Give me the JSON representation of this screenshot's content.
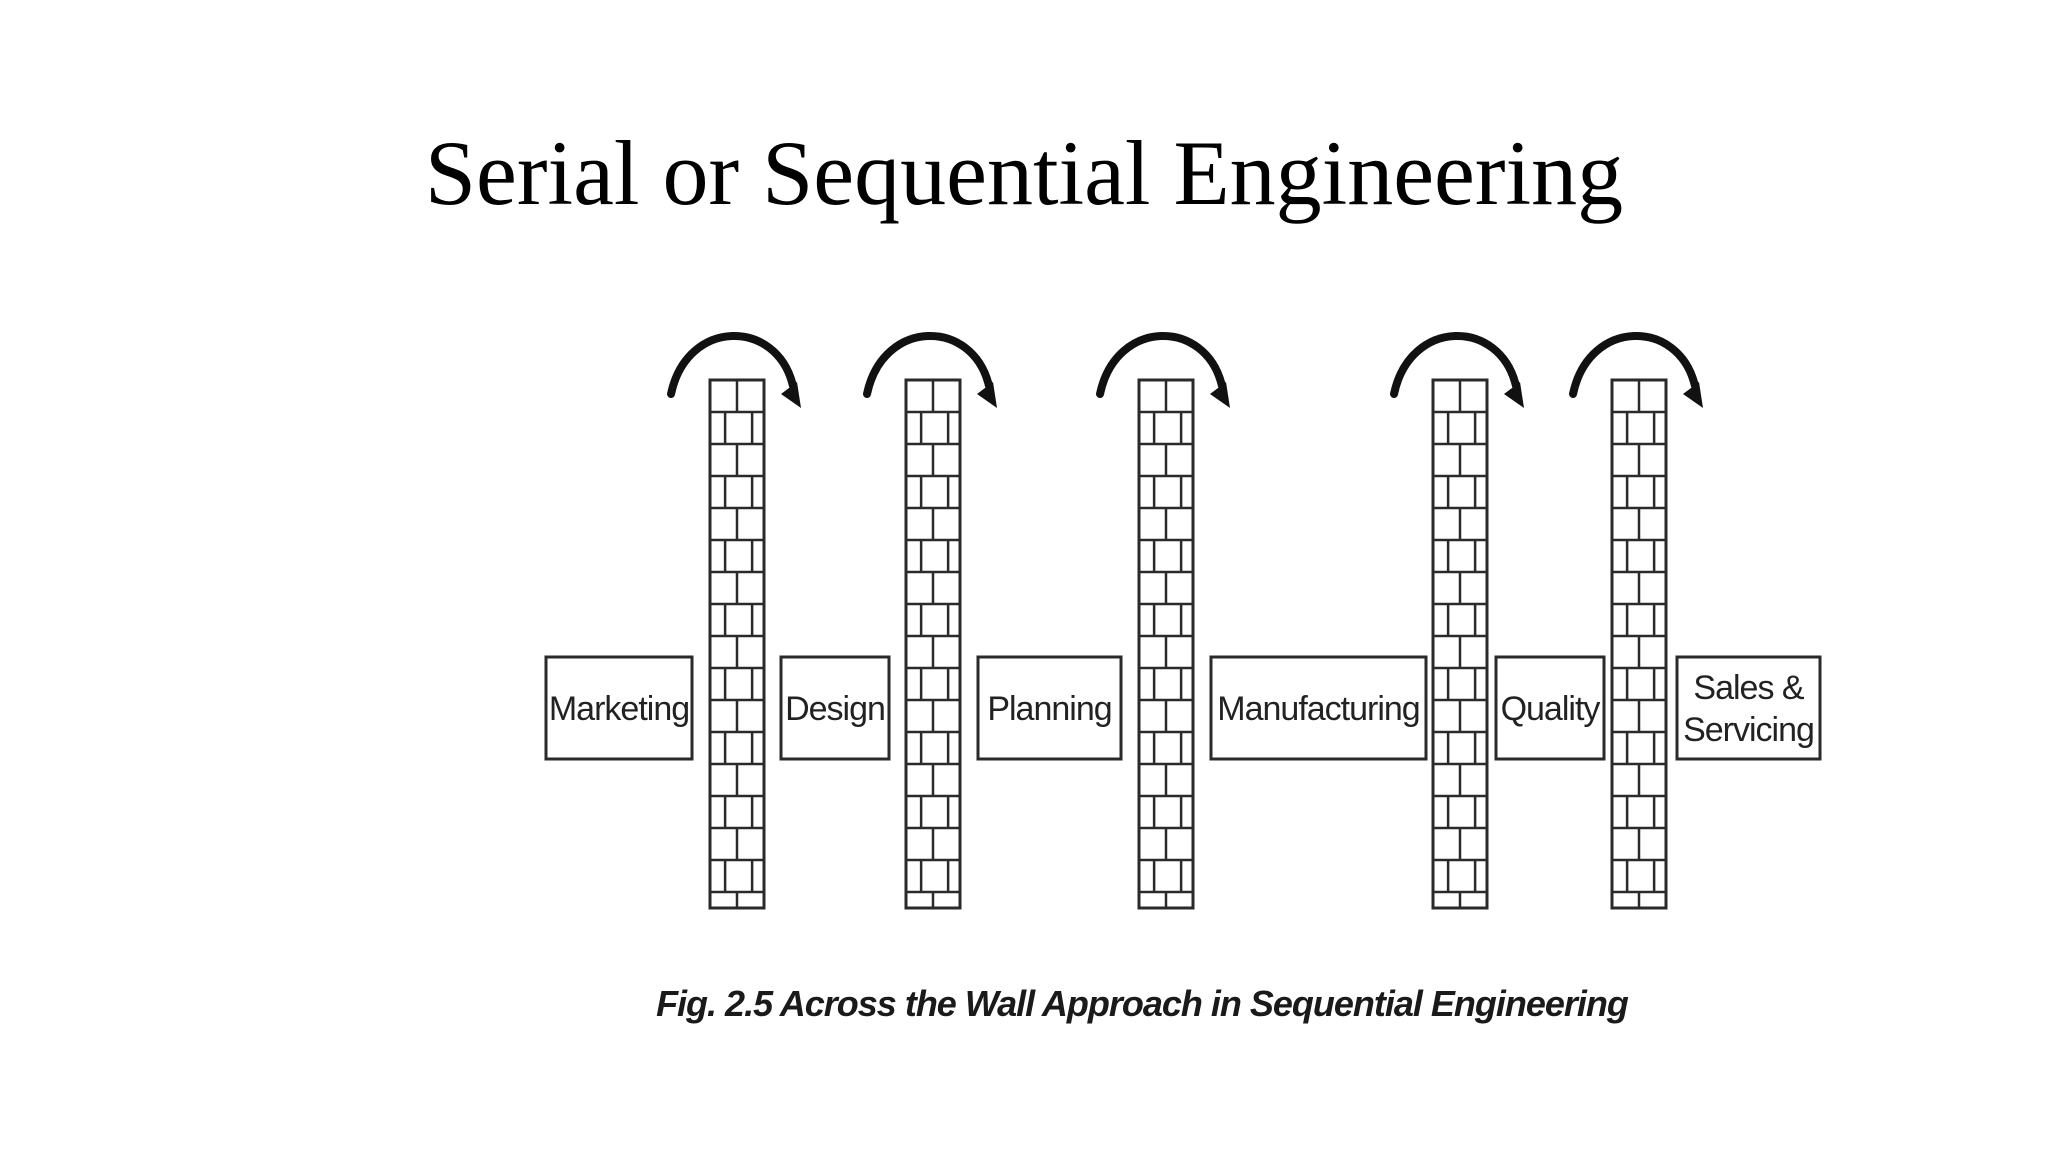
{
  "slide": {
    "title": "Serial or Sequential Engineering"
  },
  "diagram": {
    "stages": [
      {
        "label_lines": [
          "Marketing"
        ]
      },
      {
        "label_lines": [
          "Design"
        ]
      },
      {
        "label_lines": [
          "Planning"
        ]
      },
      {
        "label_lines": [
          "Manufacturing"
        ]
      },
      {
        "label_lines": [
          "Quality"
        ]
      },
      {
        "label_lines": [
          "Sales &",
          "Servicing"
        ]
      }
    ],
    "walls": 5,
    "caption": "Fig. 2.5 Across the Wall Approach in Sequential Engineering",
    "colors": {
      "line": "#2a2a2a",
      "box_fill": "#ffffff",
      "text": "#222222"
    },
    "icons": {
      "wall": "brick-wall-icon",
      "arrow": "curved-arrow-over-wall-icon"
    }
  }
}
